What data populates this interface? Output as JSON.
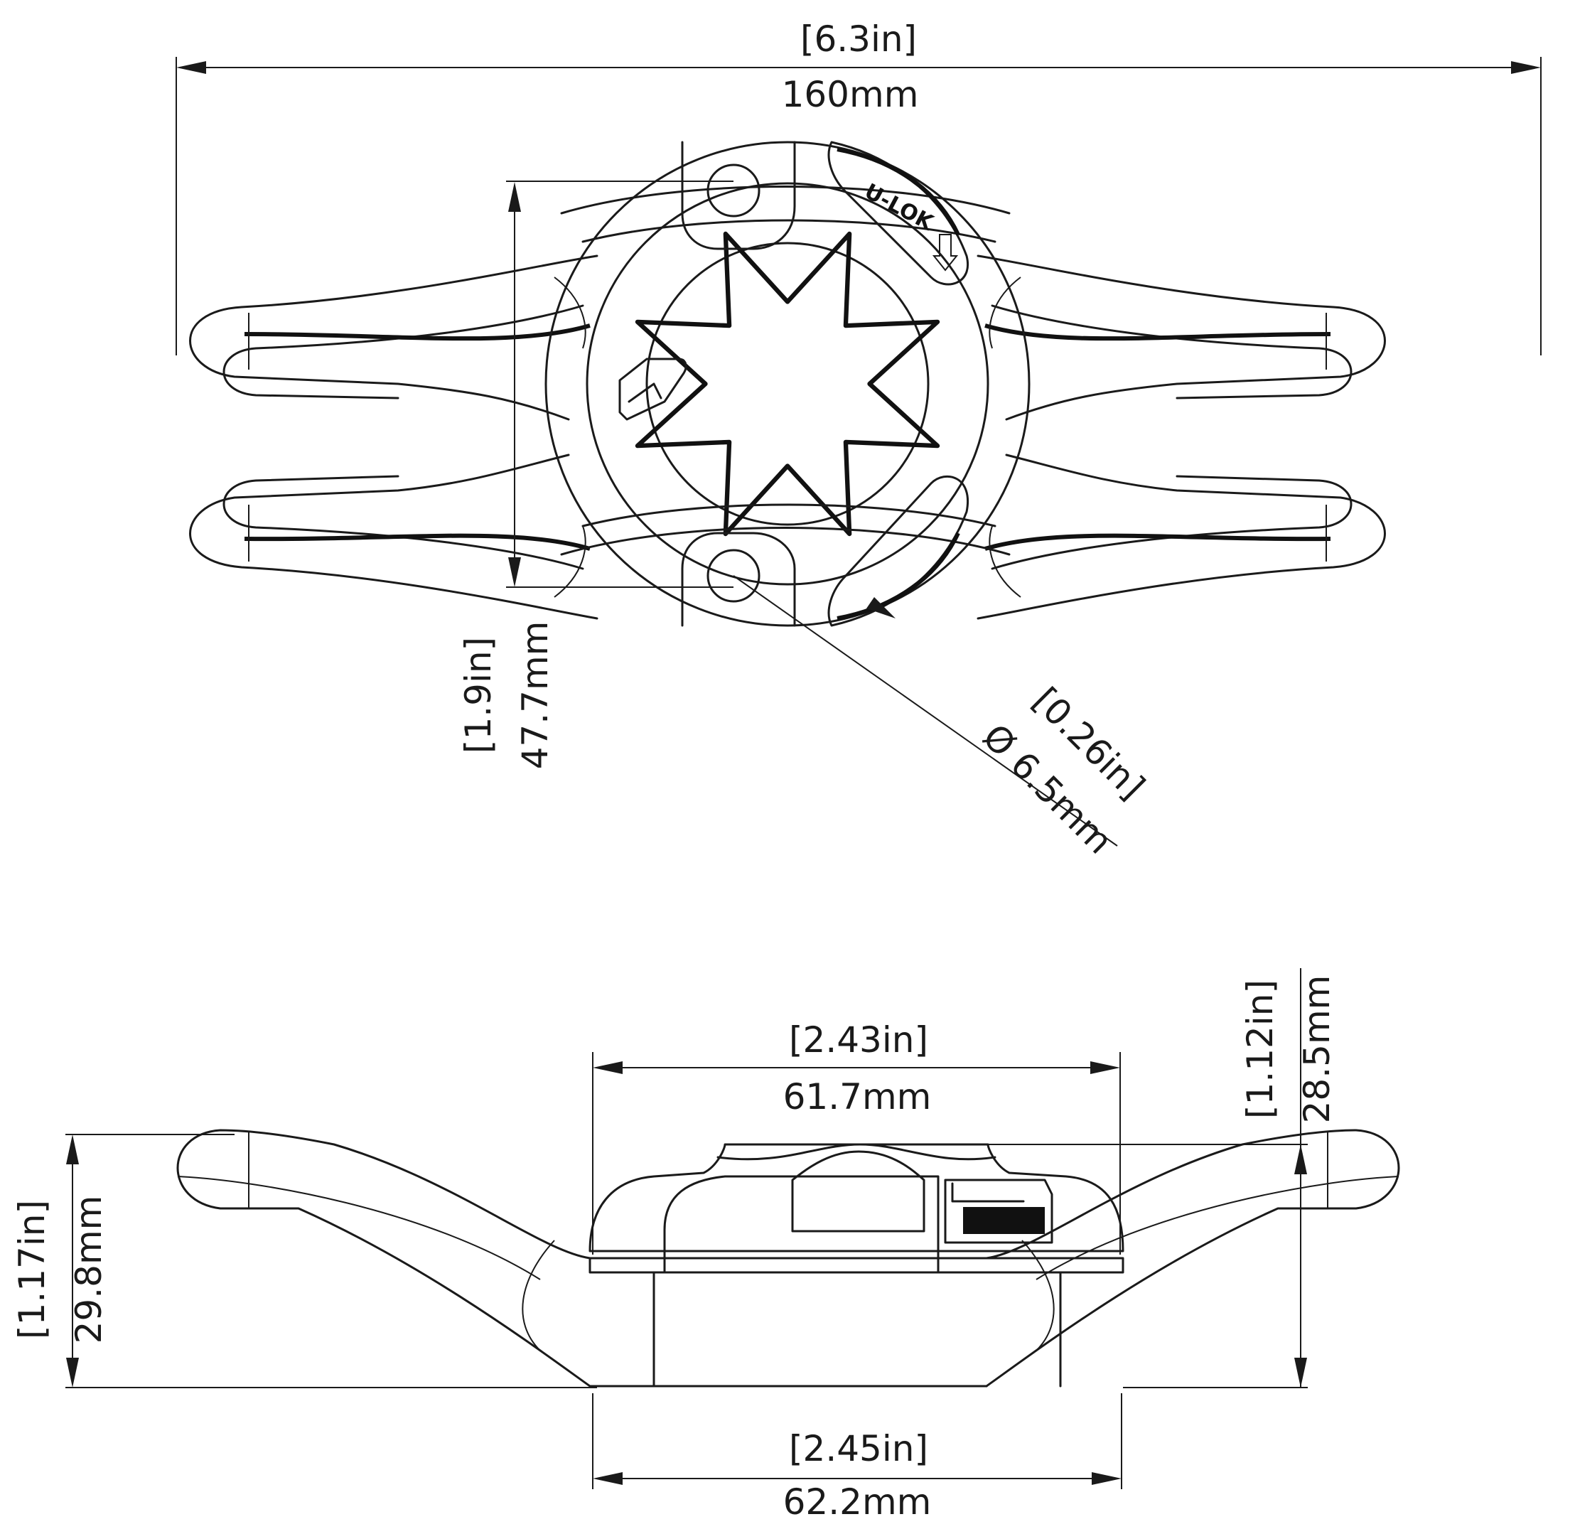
{
  "dimensions": {
    "overall_width": {
      "in": "[6.3in]",
      "mm": "160mm"
    },
    "hole_spacing": {
      "in": "[1.9in]",
      "mm": "47.7mm"
    },
    "hole_diameter": {
      "in": "[0.26in]",
      "mm": "Ø 6.5mm"
    },
    "top_width": {
      "in": "[2.43in]",
      "mm": "61.7mm"
    },
    "base_width": {
      "in": "[2.45in]",
      "mm": "62.2mm"
    },
    "overall_height": {
      "in": "[1.17in]",
      "mm": "29.8mm"
    },
    "body_height": {
      "in": "[1.12in]",
      "mm": "28.5mm"
    }
  },
  "labels": {
    "brand": "U-LOK"
  },
  "icons": {
    "lock_arrow": "down-arrow-icon",
    "logo": "brand-logo-icon"
  }
}
